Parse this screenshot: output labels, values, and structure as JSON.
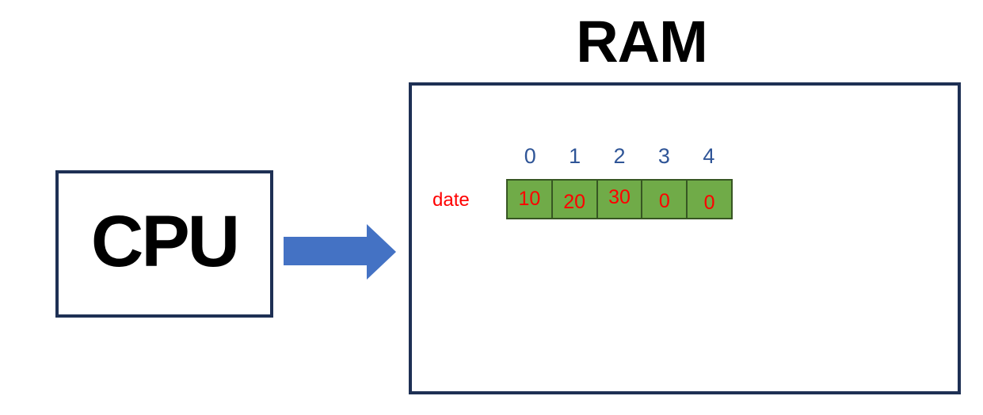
{
  "diagram": {
    "cpu_label": "CPU",
    "ram_title": "RAM",
    "array": {
      "label": "date",
      "indices": [
        "0",
        "1",
        "2",
        "3",
        "4"
      ],
      "values": [
        "10",
        "20",
        "30",
        "0",
        "0"
      ]
    },
    "colors": {
      "box_border": "#1E3054",
      "arrow_fill": "#4472C4",
      "cell_fill": "#70AB48",
      "cell_border": "#375623",
      "index_color": "#2F5597",
      "value_color": "#FF0000",
      "label_color": "#FF0000"
    }
  }
}
